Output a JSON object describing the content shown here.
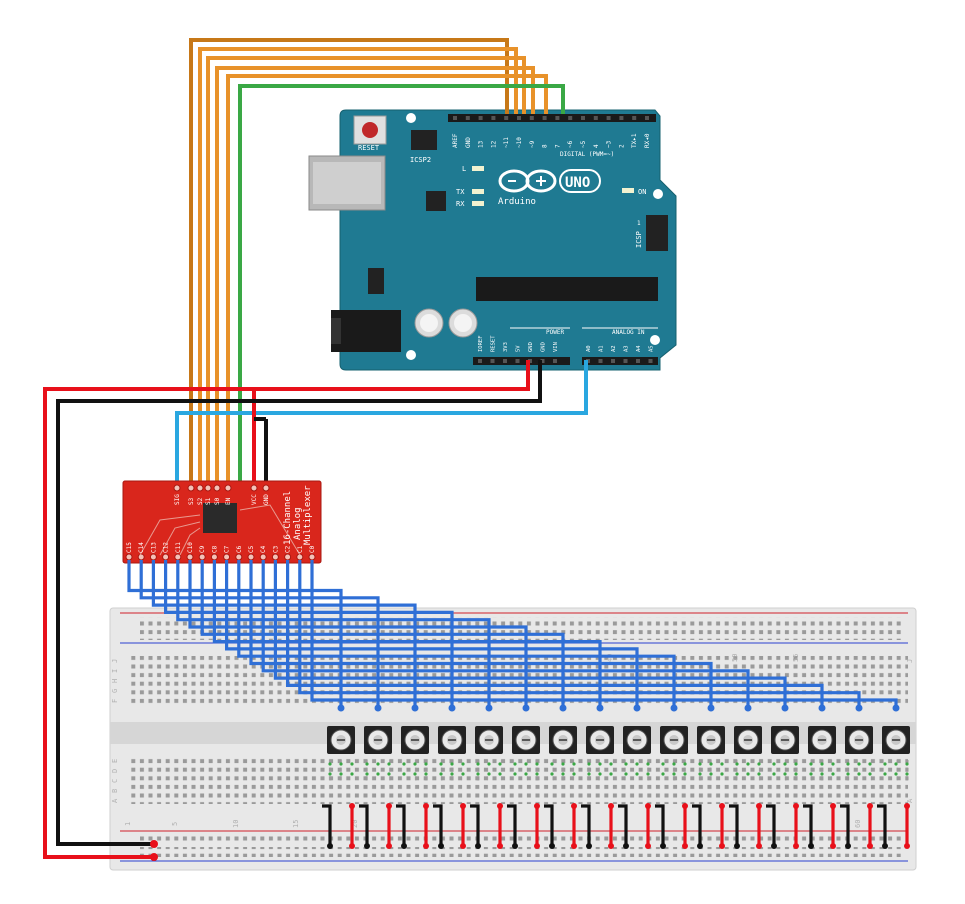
{
  "arduino": {
    "reset_label": "RESET",
    "icsp2_label": "ICSP2",
    "icsp_label": "ICSP",
    "led_l": "L",
    "led_tx": "TX",
    "led_rx": "RX",
    "on_label": "ON",
    "logo_uno": "UNO",
    "logo_arduino": "Arduino",
    "digital_label": "DIGITAL (PWM=~)",
    "power_label": "POWER",
    "analog_label": "ANALOG IN",
    "top_pins": [
      "AREF",
      "GND",
      "13",
      "12",
      "~11",
      "~10",
      "~9",
      "8",
      "7",
      "~6",
      "~5",
      "4",
      "~3",
      "2",
      "TX▸1",
      "RX◂0"
    ],
    "power_pins": [
      "IOREF",
      "RESET",
      "3V3",
      "5V",
      "GND",
      "GND",
      "VIN"
    ],
    "analog_pins": [
      "A0",
      "A1",
      "A2",
      "A3",
      "A4",
      "A5"
    ],
    "icsp_one": "1"
  },
  "mux": {
    "title_line1": "16-Channel",
    "title_line2": "Analog",
    "title_line3": "Multiplexer",
    "top_pins": [
      "SIG",
      "S3",
      "S2",
      "S1",
      "S0",
      "EN",
      "VCC",
      "GND"
    ],
    "bottom_pins": [
      "C15",
      "C14",
      "C13",
      "C12",
      "C11",
      "C10",
      "C9",
      "C8",
      "C7",
      "C6",
      "C5",
      "C4",
      "C3",
      "C2",
      "C1",
      "C0"
    ]
  },
  "breadboard": {
    "row_letters_top": [
      "J",
      "I",
      "H",
      "G",
      "F"
    ],
    "row_letters_bottom": [
      "E",
      "D",
      "C",
      "B",
      "A"
    ],
    "column_numbers": [
      "1",
      "5",
      "10",
      "15",
      "20",
      "25",
      "30",
      "35",
      "40",
      "45",
      "50",
      "55",
      "60"
    ]
  },
  "colors": {
    "arduino_board": "#1f7a92",
    "mux_board": "#d9261c",
    "wire_signal": "#2f6fd6",
    "wire_analog": "#2aa7e0",
    "wire_5v": "#e8101a",
    "wire_gnd": "#111111",
    "wire_select_1": "#c77818",
    "wire_select_2": "#e8922a",
    "wire_enable": "#3aa845"
  },
  "potentiometer_count": 16
}
